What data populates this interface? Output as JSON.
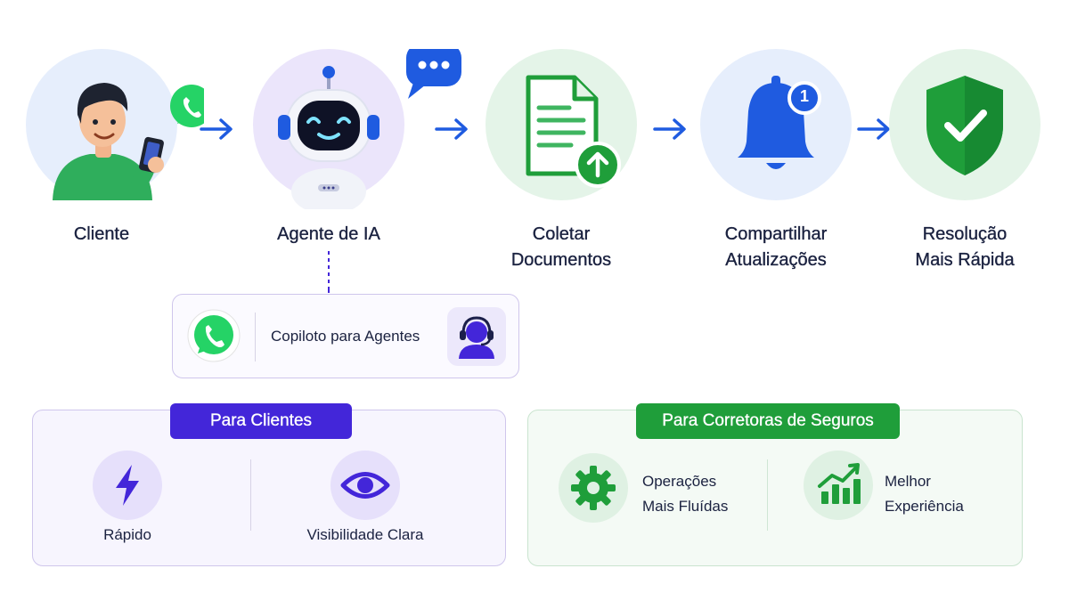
{
  "steps": [
    {
      "label": [
        "Cliente"
      ],
      "icon": "user-phone-icon"
    },
    {
      "label": [
        "Agente de IA"
      ],
      "icon": "robot-icon"
    },
    {
      "label": [
        "Coletar",
        "Documentos"
      ],
      "icon": "document-upload-icon"
    },
    {
      "label": [
        "Compartilhar",
        "Atualizações"
      ],
      "icon": "bell-icon",
      "badge": "1"
    },
    {
      "label": [
        "Resolução",
        "Mais Rápida"
      ],
      "icon": "shield-check-icon"
    }
  ],
  "copilot": {
    "label": "Copiloto para Agentes"
  },
  "clients_panel": {
    "title": "Para Clientes",
    "features": [
      {
        "label": "Rápido",
        "icon": "lightning-icon"
      },
      {
        "label": "Visibilidade Clara",
        "icon": "eye-icon"
      }
    ]
  },
  "brokers_panel": {
    "title": "Para Corretoras de Seguros",
    "features": [
      {
        "label": [
          "Operações",
          "Mais Fluídas"
        ],
        "icon": "gear-icon"
      },
      {
        "label": [
          "Melhor",
          "Experiência"
        ],
        "icon": "growth-chart-icon"
      }
    ]
  },
  "colors": {
    "blue": "#1f5be0",
    "purple": "#4326d9",
    "green": "#1f9e3a",
    "whatsapp": "#25d366"
  }
}
